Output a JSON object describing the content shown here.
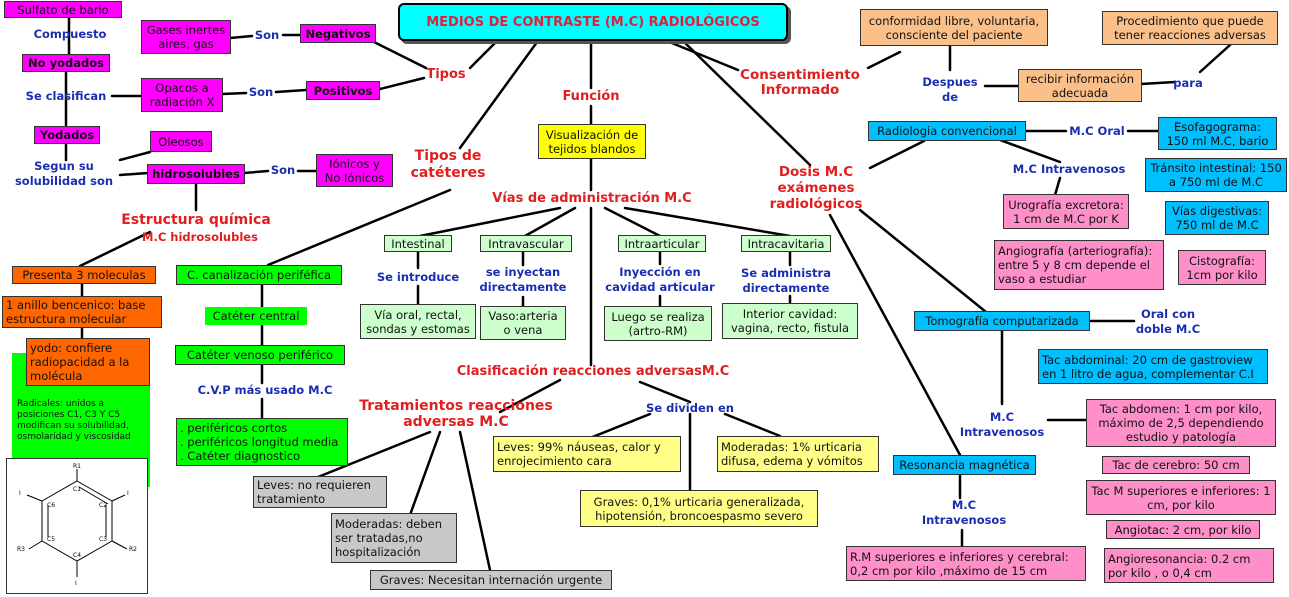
{
  "title": "MEDIOS DE CONTRASTE (M.C) RADIOLÓGICOS",
  "left": {
    "sulfato": "Sulfato de bario",
    "compuesto": "Compuesto",
    "no_yodados": "No yodados",
    "se_clasifican": "Se clasifican",
    "yodados": "Yodados",
    "segun": "Segun su solubilidad son",
    "gases": "Gases inertes aires, gas",
    "son1": "Son",
    "negativos": "Negativos",
    "opacos": "Opacos a radiación X",
    "son2": "Son",
    "positivos": "Positivos",
    "tipos": "Tipos",
    "oleosos": "Oleosos",
    "hidrosolubles": "hidrosolubles",
    "son3": "Son",
    "ionicos": "Iónicos y No Iónicos",
    "estructura": "Estructura química",
    "mc_hidro": "M.C hidrosolubles",
    "presenta": "Presenta 3 moleculas",
    "anillo": "1 anillo bencenico: base estructura molecular",
    "yodo": "yodo: confiere radiopacidad a la molécula",
    "radicales": "Radicales: unidos a posiciones C1, C3 Y C5 modifican su solubilidad, osmolaridad y viscosidad"
  },
  "molecule_labels": {
    "r1": "R1",
    "r2": "R2",
    "r3": "R3",
    "i": "I",
    "c1": "C1",
    "c2": "C2",
    "c3": "C3",
    "c4": "C4",
    "c5": "C5",
    "c6": "C6"
  },
  "cateteres": {
    "title": "Tipos de catéteres",
    "canalizacion": "C. canalización periféfica",
    "central": "Catéter central",
    "venoso": "Catéter venoso periférico",
    "cvp": "C.V.P más usado M.C",
    "lista": [
      ". periféricos cortos",
      ". periféricos longitud media",
      ". Catéter diagnostico"
    ]
  },
  "funcion": {
    "label": "Función",
    "box": "Visualización de tejidos blandos"
  },
  "vias": {
    "title": "Vías de administración M.C",
    "intestinal": "Intestinal",
    "intestinal_verb": "Se introduce",
    "intestinal_box": "Vía oral, rectal, sondas y estomas",
    "intravascular": "Intravascular",
    "intravascular_verb": "se inyectan directamente",
    "intravascular_box": "Vaso:arteria o vena",
    "intraarticular": "Intraarticular",
    "intraarticular_verb": "Inyección en cavidad articular",
    "intraarticular_box": "Luego se realiza (artro-RM)",
    "intracavitaria": "Intracavitaria",
    "intracavitaria_verb": "Se administra directamente",
    "intracavitaria_box": "Interior cavidad: vagina, recto, fistula"
  },
  "clasificacion": {
    "title": "Clasificación  reacciones adversasM.C",
    "se_dividen": "Se dividen en",
    "leves": "Leves: 99% náuseas, calor y enrojecimiento cara",
    "moderadas": "Moderadas: 1% urticaria difusa, edema y vómitos",
    "graves": "Graves: 0,1% urticaria generalizada, hipotensión, broncoespasmo severo"
  },
  "tratamientos": {
    "title": "Tratamientos reacciones adversas M.C",
    "leves": "Leves: no requieren tratamiento",
    "moderadas": "Moderadas: deben ser tratadas,no hospitalización",
    "graves": "Graves: Necesitan internación urgente"
  },
  "consentimiento": {
    "title": "Consentimiento Informado",
    "conformidad": "conformidad libre, voluntaria, consciente del paciente",
    "despues": "Despues de",
    "recibir": "recibir información adecuada",
    "para": "para",
    "procedimiento": "Procedimiento que puede tener reacciones adversas"
  },
  "dosis": {
    "title": "Dosis M.C exámenes radiológicos",
    "radiologia": "Radiologia convencional",
    "mc_oral": "M.C Oral",
    "esofagograma": "Esofagograma: 150 ml M.C, bario",
    "transito": "Tránsito intestinal: 150 a 750 ml de M.C",
    "vias_digestivas": "Vías digestivas: 750 ml de M.C",
    "mc_intravenosos1": "M.C Intravenosos",
    "urografia": "Urografía excretora: 1 cm de M.C por K",
    "angiografia": "Angiografía (arteriografía): entre 5 y 8 cm depende el vaso a estudiar",
    "cistografia": "Cistografía: 1cm por kilo",
    "tomografia": "Tomografía computarizada",
    "oral_doble": "Oral con doble M.C",
    "tac_abdominal": "Tac abdominal: 20 cm de gastroview en 1 litro de agua, complementar C.I",
    "mc_intravenosos2": "M.C Intravenosos",
    "tac_abdomen": "Tac abdomen: 1 cm por kilo, máximo de 2,5 dependiendo estudio y patología",
    "tac_cerebro": "Tac de cerebro: 50 cm",
    "tac_m": "Tac M superiores e inferiores: 1 cm, por kilo",
    "angiotac": "Angiotac: 2 cm, por kilo",
    "resonancia": "Resonancia magnética",
    "mc_intravenosos3": "M.C Intravenosos",
    "rm": "R.M superiores e inferiores y cerebral: 0,2 cm por kilo ,máximo de 15 cm",
    "angioresonancia": "Angioresonancia: 0.2 cm por kilo , o 0,4 cm"
  }
}
